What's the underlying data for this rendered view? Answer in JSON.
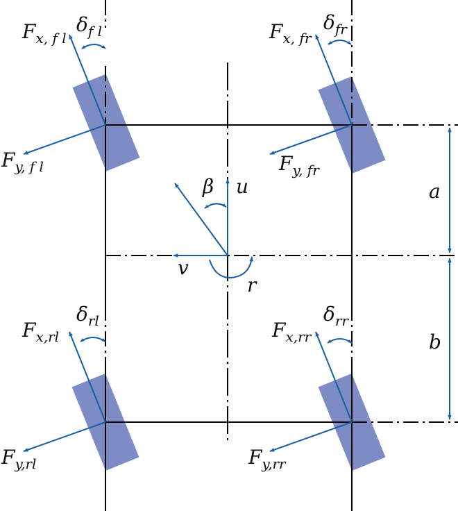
{
  "colors": {
    "arrow": "#1a5fa0",
    "tire": "#7d8cc4",
    "line": "#000000"
  },
  "labels": {
    "fx_fl": {
      "main": "F",
      "sub": "x, f l"
    },
    "fy_fl": {
      "main": "F",
      "sub": "y, f l"
    },
    "delta_fl": {
      "main": "δ",
      "sub": "f l"
    },
    "fx_fr": {
      "main": "F",
      "sub": "x, fr"
    },
    "fy_fr": {
      "main": "F",
      "sub": "y, fr"
    },
    "delta_fr": {
      "main": "δ",
      "sub": "fr"
    },
    "fx_rl": {
      "main": "F",
      "sub": "x,rl"
    },
    "fy_rl": {
      "main": "F",
      "sub": "y,rl"
    },
    "delta_rl": {
      "main": "δ",
      "sub": "rl"
    },
    "fx_rr": {
      "main": "F",
      "sub": "x,rr"
    },
    "fy_rr": {
      "main": "F",
      "sub": "y,rr"
    },
    "delta_rr": {
      "main": "δ",
      "sub": "rr"
    },
    "beta": "β",
    "u": "u",
    "v": "v",
    "r": "r",
    "a": "a",
    "b": "b"
  }
}
